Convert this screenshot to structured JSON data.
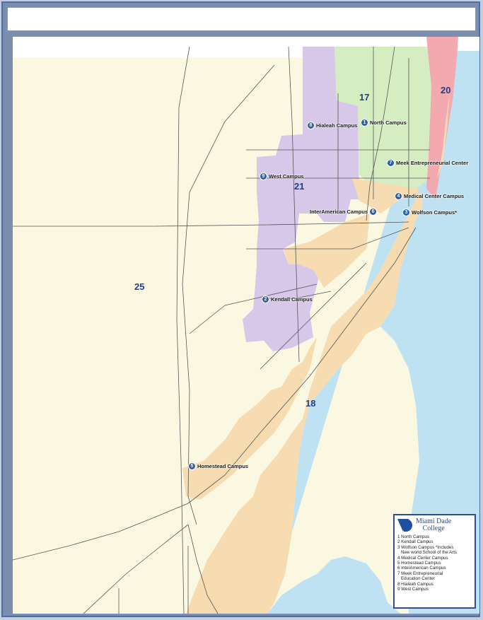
{
  "map": {
    "districts": [
      {
        "id": "d17",
        "label": "17"
      },
      {
        "id": "d20",
        "label": "20"
      },
      {
        "id": "d21",
        "label": "21"
      },
      {
        "id": "d25",
        "label": "25"
      },
      {
        "id": "d18",
        "label": "18"
      }
    ],
    "campuses": [
      {
        "id": "north",
        "number": "1",
        "label": "North Campus"
      },
      {
        "id": "hialeah",
        "number": "8",
        "label": "Hialeah Campus"
      },
      {
        "id": "meek",
        "number": "7",
        "label": "Meek Entrepreneurial Center"
      },
      {
        "id": "west",
        "number": "9",
        "label": "West Campus"
      },
      {
        "id": "medical",
        "number": "4",
        "label": "Medical Center Campus"
      },
      {
        "id": "interamerican",
        "number": "6",
        "label": "InterAmerican Campus"
      },
      {
        "id": "wolfson",
        "number": "3",
        "label": "Wolfson Campus*"
      },
      {
        "id": "kendall",
        "number": "2",
        "label": "Kendall Campus"
      },
      {
        "id": "homestead",
        "number": "5",
        "label": "Homestead Campus"
      }
    ],
    "colors": {
      "land": "#fbf8e2",
      "water": "#bfe2f3",
      "d17": "#d6edc2",
      "d20": "#f2a9b0",
      "d21": "#d7c8ea",
      "d18": "#f6dcb0",
      "roads": "#555555",
      "marker": "#2e5ea8"
    }
  },
  "legend": {
    "brand_line1": "Miami Dade",
    "brand_line2": "College",
    "items": [
      "1 North Campus",
      "2 Kendall Campus",
      "3 Wolfson Campus *Includes",
      "New world School of the Arts",
      "4 Medical Center Campus",
      "5 Homestead Campus",
      "6 InterAmerican Campus",
      "7 Meek Entrepreneurial",
      "Education Center",
      "8 Hialeah Campus",
      "9 West Campus"
    ]
  }
}
